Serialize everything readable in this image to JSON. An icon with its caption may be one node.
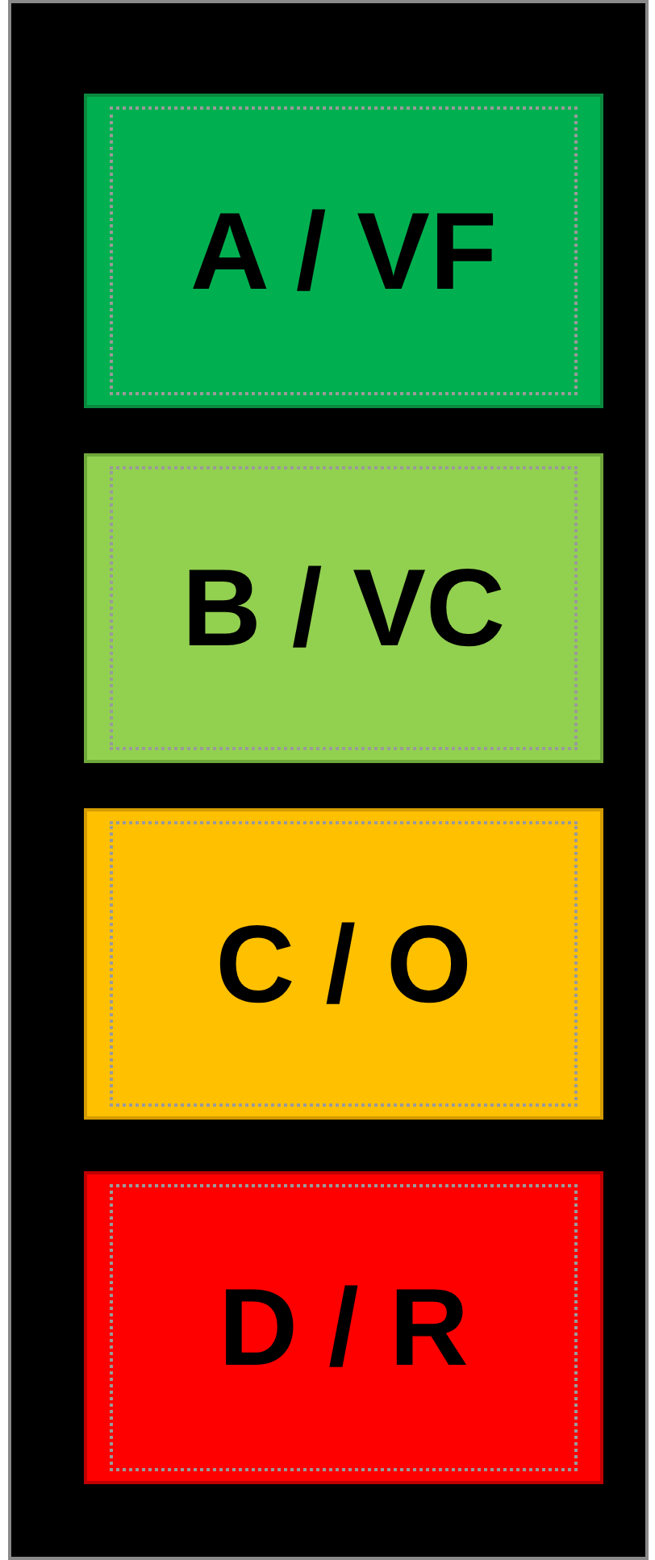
{
  "diagram": {
    "nodes": [
      {
        "text": [
          "A / VF"
        ]
      },
      {
        "text": [
          "B / VC"
        ]
      },
      {
        "text": [
          "C / O"
        ]
      },
      {
        "text": [
          "D / R"
        ]
      }
    ]
  }
}
